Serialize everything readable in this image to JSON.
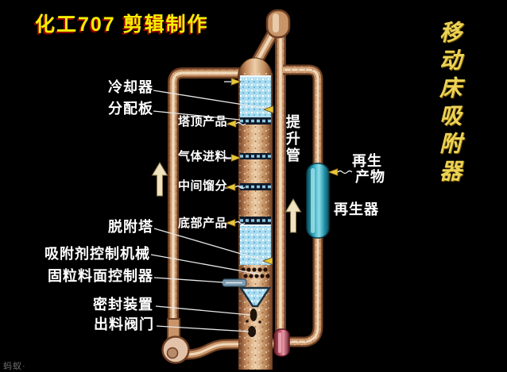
{
  "header": {
    "title": "化工707  剪辑制作"
  },
  "side_title": {
    "text": "移动床吸附器"
  },
  "labels": {
    "cooler": "冷却器",
    "distribution_plate": "分配板",
    "top_product": "塔顶产品",
    "gas_feed": "气体进料",
    "middle_cut": "中间馏分",
    "desorption_tower": "脱附塔",
    "bottom_product": "底部产品",
    "adsorbent_control": "吸附剂控制机械",
    "level_controller": "固粒料面控制器",
    "seal_device": "密封装置",
    "discharge_valve": "出料阀门",
    "riser": "提升管",
    "regen_product_line1": "再生",
    "regen_product_line2": "产物",
    "regenerator": "再生器"
  },
  "watermark": "蚂蚁·",
  "colors": {
    "background": "#000000",
    "pipe_tan": "#c89468",
    "section_blue": "#a9dcf0",
    "regenerator_teal": "#2ba4bc",
    "valve_red": "#c25568",
    "title_yellow": "#f4ee00",
    "side_title_gold": "#ecd356",
    "label_white": "#ffffff",
    "flow_arrow_cream": "#f1e2c0",
    "stream_arrow_yellow": "#e6c838"
  }
}
